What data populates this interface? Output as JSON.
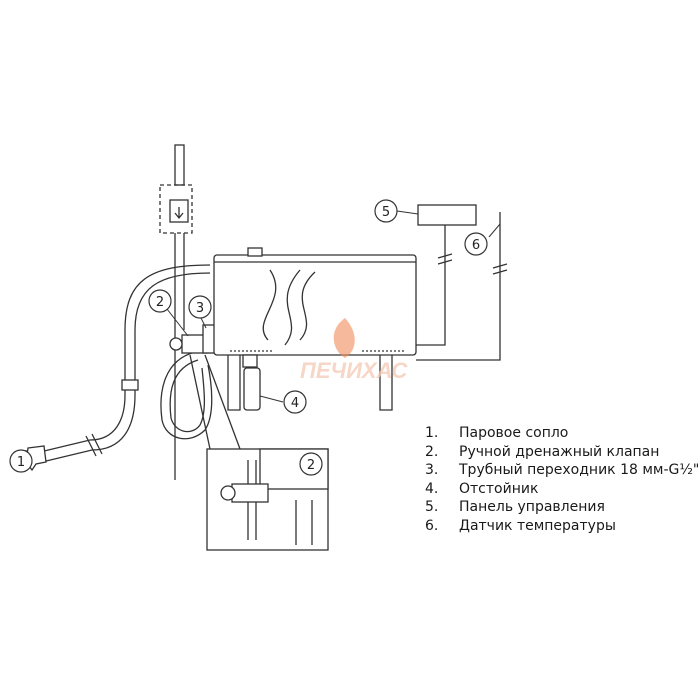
{
  "callouts": [
    "1",
    "2",
    "3",
    "4",
    "5",
    "6",
    "2"
  ],
  "legend": [
    {
      "num": "1.",
      "text": "Паровое сопло"
    },
    {
      "num": "2.",
      "text": "Ручной дренажный клапан"
    },
    {
      "num": "3.",
      "text": "Трубный переходник 18 мм-G½\""
    },
    {
      "num": "4.",
      "text": "Отстойник"
    },
    {
      "num": "5.",
      "text": "Панель управления"
    },
    {
      "num": "6.",
      "text": "Датчик температуры"
    }
  ],
  "watermark": "ПЕЧИХАС",
  "colors": {
    "line": "#333333",
    "watermark": "#f3c9b5",
    "flame": "#f08a5a"
  }
}
